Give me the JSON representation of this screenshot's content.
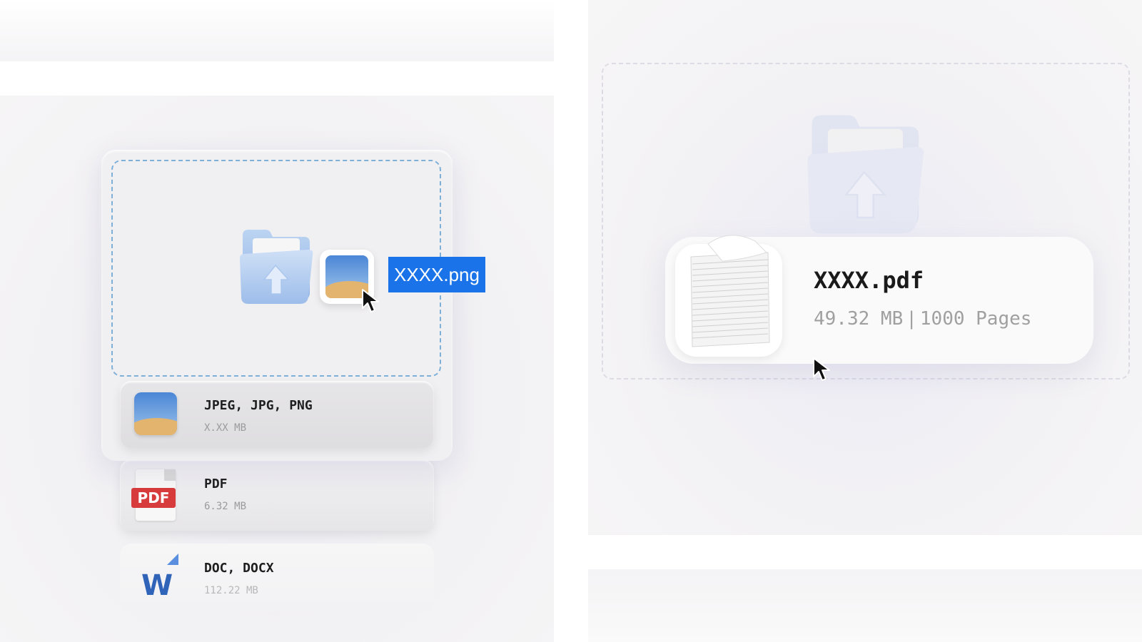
{
  "left": {
    "dragged_file": {
      "name": "XXXX.png",
      "tag_color": "#1a73e8"
    },
    "file_types": [
      {
        "label": "JPEG, JPG, PNG",
        "size": "X.XX MB",
        "icon": "image-icon"
      },
      {
        "label": "PDF",
        "size": "6.32 MB",
        "icon": "pdf-icon",
        "badge": "PDF",
        "badge_color": "#d83b3b"
      },
      {
        "label": "DOC, DOCX",
        "size": "112.22 MB",
        "icon": "word-icon",
        "glyph": "W",
        "glyph_color": "#2f64b8"
      }
    ],
    "dropzone_border_color": "#7fb0d8"
  },
  "right": {
    "file": {
      "name": "XXXX.pdf",
      "size": "49.32 MB",
      "separator": "|",
      "pages": "1000 Pages",
      "icon": "paper-stack-icon"
    }
  }
}
